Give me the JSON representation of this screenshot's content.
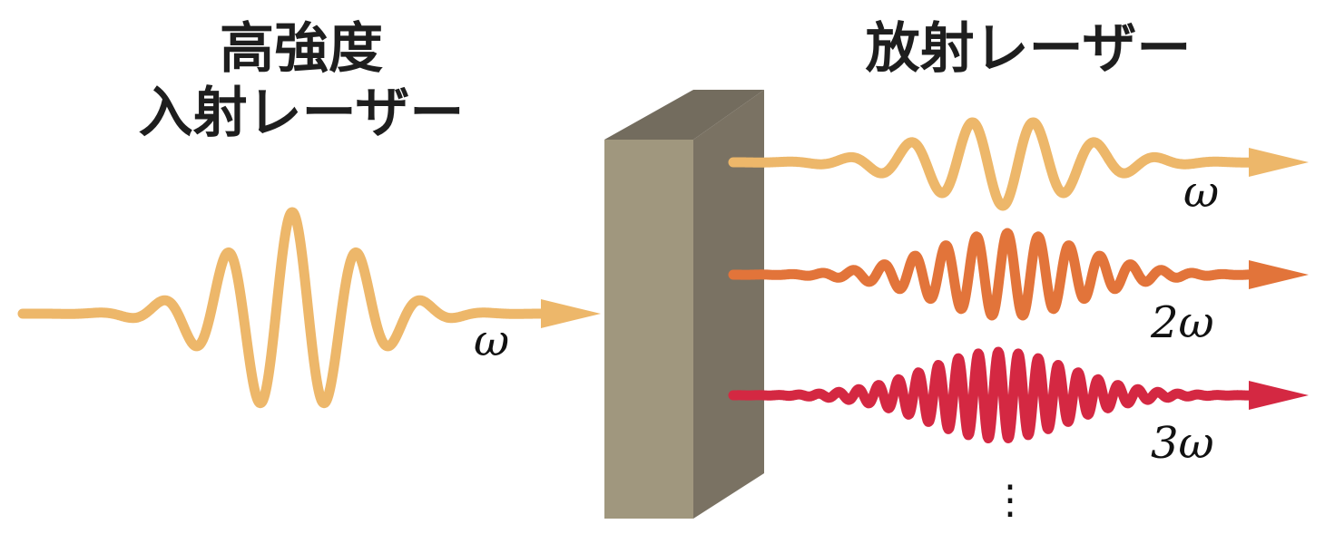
{
  "incident": {
    "title_line1": "高強度",
    "title_line2": "入射レーザー",
    "frequency_label": "ω",
    "color": "#EDB76A"
  },
  "emitted": {
    "title": "放射レーザー",
    "beams": [
      {
        "frequency_label": "ω",
        "harmonic": 1,
        "color": "#EDB76A"
      },
      {
        "frequency_label": "2ω",
        "harmonic": 2,
        "color": "#E2743A"
      },
      {
        "frequency_label": "3ω",
        "harmonic": 3,
        "color": "#D42842"
      }
    ],
    "continuation": "⋮"
  },
  "target": {
    "front_color": "#A0977E",
    "side_color": "#7A7263",
    "top_color": "#736C5E"
  }
}
